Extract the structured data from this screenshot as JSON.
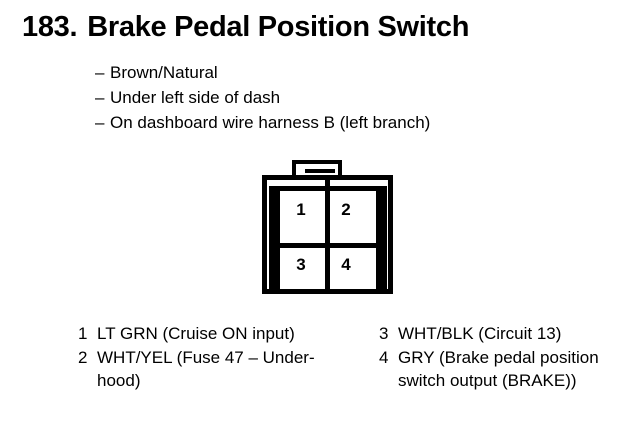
{
  "title": {
    "number": "183.",
    "text": "Brake Pedal Position Switch"
  },
  "details": {
    "dash": "–",
    "items": [
      "Brown/Natural",
      "Under left side of dash",
      "On dashboard wire harness B (left branch)"
    ]
  },
  "connector": {
    "type": "4-cavity connector face view",
    "cavities": [
      {
        "number": "1"
      },
      {
        "number": "2"
      },
      {
        "number": "3"
      },
      {
        "number": "4"
      }
    ]
  },
  "legend": {
    "left": [
      {
        "pin": "1",
        "desc": "LT GRN (Cruise ON input)"
      },
      {
        "pin": "2",
        "desc": "WHT/YEL (Fuse 47 – Under-hood)"
      }
    ],
    "right": [
      {
        "pin": "3",
        "desc": "WHT/BLK (Circuit 13)"
      },
      {
        "pin": "4",
        "desc": "GRY (Brake pedal position switch output (BRAKE))"
      }
    ]
  },
  "colors": {
    "ink": "#000000",
    "paper": "#ffffff"
  }
}
